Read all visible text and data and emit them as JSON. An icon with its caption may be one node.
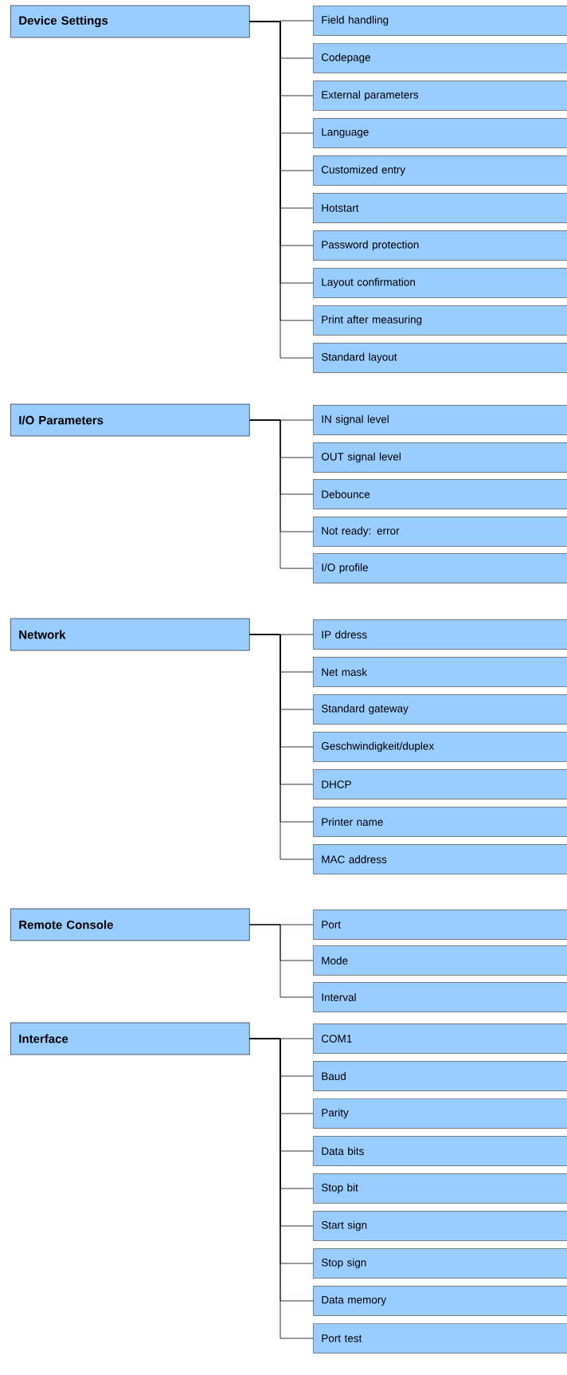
{
  "diagram": {
    "nodes": [
      {
        "text": [
          "Device Settings"
        ]
      },
      {
        "text": [
          "Field handling"
        ]
      },
      {
        "text": [
          "Codepage"
        ]
      },
      {
        "text": [
          "External parameters"
        ]
      },
      {
        "text": [
          "Language"
        ]
      },
      {
        "text": [
          "Customized entry"
        ]
      },
      {
        "text": [
          "Hotstart"
        ]
      },
      {
        "text": [
          "Password protection"
        ]
      },
      {
        "text": [
          "Layout confirmation"
        ]
      },
      {
        "text": [
          "Print after measuring"
        ]
      },
      {
        "text": [
          "Standard layout"
        ]
      },
      {
        "text": [
          "I/O Parameters"
        ]
      },
      {
        "text": [
          "IN signal level"
        ]
      },
      {
        "text": [
          "OUT signal level"
        ]
      },
      {
        "text": [
          "Debounce"
        ]
      },
      {
        "text": [
          "Not ready: error"
        ]
      },
      {
        "text": [
          "I/O profile"
        ]
      },
      {
        "text": [
          "Network"
        ]
      },
      {
        "text": [
          "IP ddress"
        ]
      },
      {
        "text": [
          "Net mask"
        ]
      },
      {
        "text": [
          "Standard gateway"
        ]
      },
      {
        "text": [
          "Geschwindigkeit/duplex"
        ]
      },
      {
        "text": [
          "DHCP"
        ]
      },
      {
        "text": [
          "Printer name"
        ]
      },
      {
        "text": [
          "MAC address"
        ]
      },
      {
        "text": [
          "Remote Console"
        ]
      },
      {
        "text": [
          "Port"
        ]
      },
      {
        "text": [
          "Mode"
        ]
      },
      {
        "text": [
          "Interval"
        ]
      },
      {
        "text": [
          "Interface"
        ]
      },
      {
        "text": [
          "COM1"
        ]
      },
      {
        "text": [
          "Baud"
        ]
      },
      {
        "text": [
          "Parity"
        ]
      },
      {
        "text": [
          "Data bits"
        ]
      },
      {
        "text": [
          "Stop bit"
        ]
      },
      {
        "text": [
          "Start sign"
        ]
      },
      {
        "text": [
          "Stop sign"
        ]
      },
      {
        "text": [
          "Data memory"
        ]
      },
      {
        "text": [
          "Port test"
        ]
      }
    ],
    "edges": [
      {
        "from": 0,
        "to": 1,
        "arrow": "none"
      },
      {
        "from": 0,
        "to": 2,
        "arrow": "none"
      },
      {
        "from": 0,
        "to": 3,
        "arrow": "none"
      },
      {
        "from": 0,
        "to": 4,
        "arrow": "none"
      },
      {
        "from": 0,
        "to": 5,
        "arrow": "none"
      },
      {
        "from": 0,
        "to": 6,
        "arrow": "none"
      },
      {
        "from": 0,
        "to": 7,
        "arrow": "none"
      },
      {
        "from": 0,
        "to": 8,
        "arrow": "none"
      },
      {
        "from": 0,
        "to": 9,
        "arrow": "none"
      },
      {
        "from": 0,
        "to": 10,
        "arrow": "none"
      },
      {
        "from": 11,
        "to": 12,
        "arrow": "none"
      },
      {
        "from": 11,
        "to": 13,
        "arrow": "none"
      },
      {
        "from": 11,
        "to": 14,
        "arrow": "none"
      },
      {
        "from": 11,
        "to": 15,
        "arrow": "none"
      },
      {
        "from": 11,
        "to": 16,
        "arrow": "none"
      },
      {
        "from": 17,
        "to": 18,
        "arrow": "none"
      },
      {
        "from": 17,
        "to": 19,
        "arrow": "none"
      },
      {
        "from": 17,
        "to": 20,
        "arrow": "none"
      },
      {
        "from": 17,
        "to": 21,
        "arrow": "none"
      },
      {
        "from": 17,
        "to": 22,
        "arrow": "none"
      },
      {
        "from": 17,
        "to": 23,
        "arrow": "none"
      },
      {
        "from": 17,
        "to": 24,
        "arrow": "none"
      },
      {
        "from": 25,
        "to": 26,
        "arrow": "none"
      },
      {
        "from": 25,
        "to": 27,
        "arrow": "none"
      },
      {
        "from": 25,
        "to": 28,
        "arrow": "none"
      },
      {
        "from": 29,
        "to": 30,
        "arrow": "none"
      },
      {
        "from": 29,
        "to": 31,
        "arrow": "none"
      },
      {
        "from": 29,
        "to": 32,
        "arrow": "none"
      },
      {
        "from": 29,
        "to": 33,
        "arrow": "none"
      },
      {
        "from": 29,
        "to": 34,
        "arrow": "none"
      },
      {
        "from": 29,
        "to": 35,
        "arrow": "none"
      },
      {
        "from": 29,
        "to": 36,
        "arrow": "none"
      },
      {
        "from": 29,
        "to": 37,
        "arrow": "none"
      },
      {
        "from": 29,
        "to": 38,
        "arrow": "none"
      }
    ]
  }
}
